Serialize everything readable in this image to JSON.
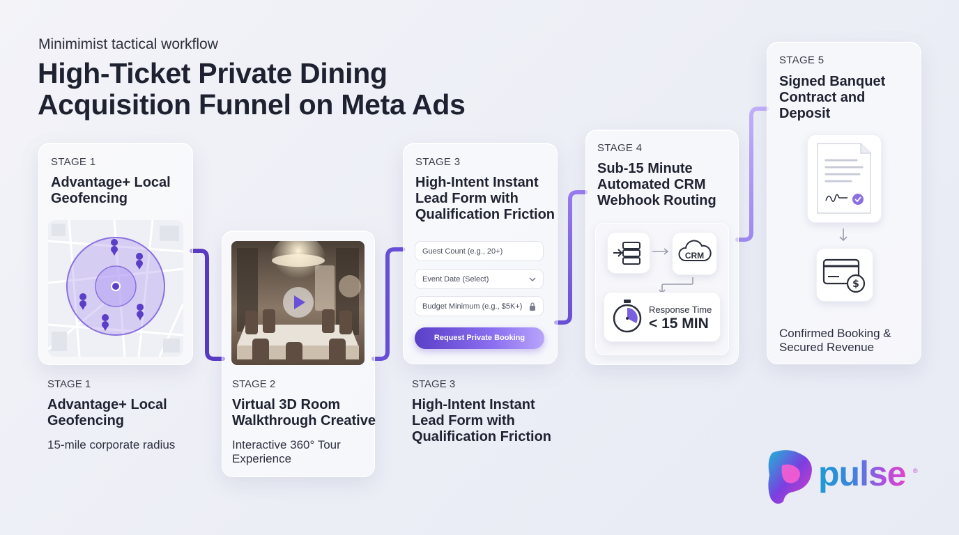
{
  "header": {
    "eyebrow": "Minimimist tactical workflow",
    "title_line1": "High-Ticket Private Dining",
    "title_line2": "Acquisition Funnel on Meta Ads"
  },
  "stage1": {
    "stage": "STAGE 1",
    "title_line1": "Advantage+ Local",
    "title_line2": "Geofencing",
    "label_stage": "STAGE 1",
    "label_title_line1": "Advantage+ Local",
    "label_title_line2": "Geofencing",
    "label_sub": "15-mile corporate radius"
  },
  "stage2": {
    "label_stage": "STAGE 2",
    "label_title_line1": "Virtual 3D Room",
    "label_title_line2": "Walkthrough Creative",
    "label_sub_line1": "Interactive 360° Tour",
    "label_sub_line2": "Experience"
  },
  "stage3": {
    "stage": "STAGE 3",
    "title_line1": "High-Intent Instant",
    "title_line2": "Lead Form with",
    "title_line3": "Qualification Friction",
    "fields": {
      "guest_count": "Guest Count (e.g., 20+)",
      "event_date": "Event Date (Select)",
      "budget": "Budget Minimum (e.g., $5K+)"
    },
    "cta": "Request Private Booking",
    "label_stage": "STAGE 3",
    "label_title_line1": "High-Intent Instant",
    "label_title_line2": "Lead Form with",
    "label_title_line3": "Qualification Friction"
  },
  "stage4": {
    "stage": "STAGE 4",
    "title_line1": "Sub-15 Minute",
    "title_line2": "Automated CRM",
    "title_line3": "Webhook Routing",
    "crm_label": "CRM",
    "response_label": "Response Time",
    "response_value": "< 15 MIN"
  },
  "stage5": {
    "stage": "STAGE 5",
    "title_line1": "Signed Banquet",
    "title_line2": "Contract and",
    "title_line3": "Deposit",
    "footer_line1": "Confirmed Booking &",
    "footer_line2": "Secured Revenue"
  },
  "brand": {
    "name": "pulse",
    "registered": "®"
  },
  "icons": {
    "map": "map-pin-icon",
    "play": "play-icon",
    "chevron": "chevron-down-icon",
    "lock": "lock-icon",
    "server": "server-icon",
    "cloud": "cloud-icon",
    "timer": "stopwatch-icon",
    "document": "signed-document-icon",
    "payment": "card-dollar-icon"
  },
  "colors": {
    "accent": "#6a4fd8",
    "accent_light": "#b6a5f5",
    "text": "#1f2230"
  }
}
